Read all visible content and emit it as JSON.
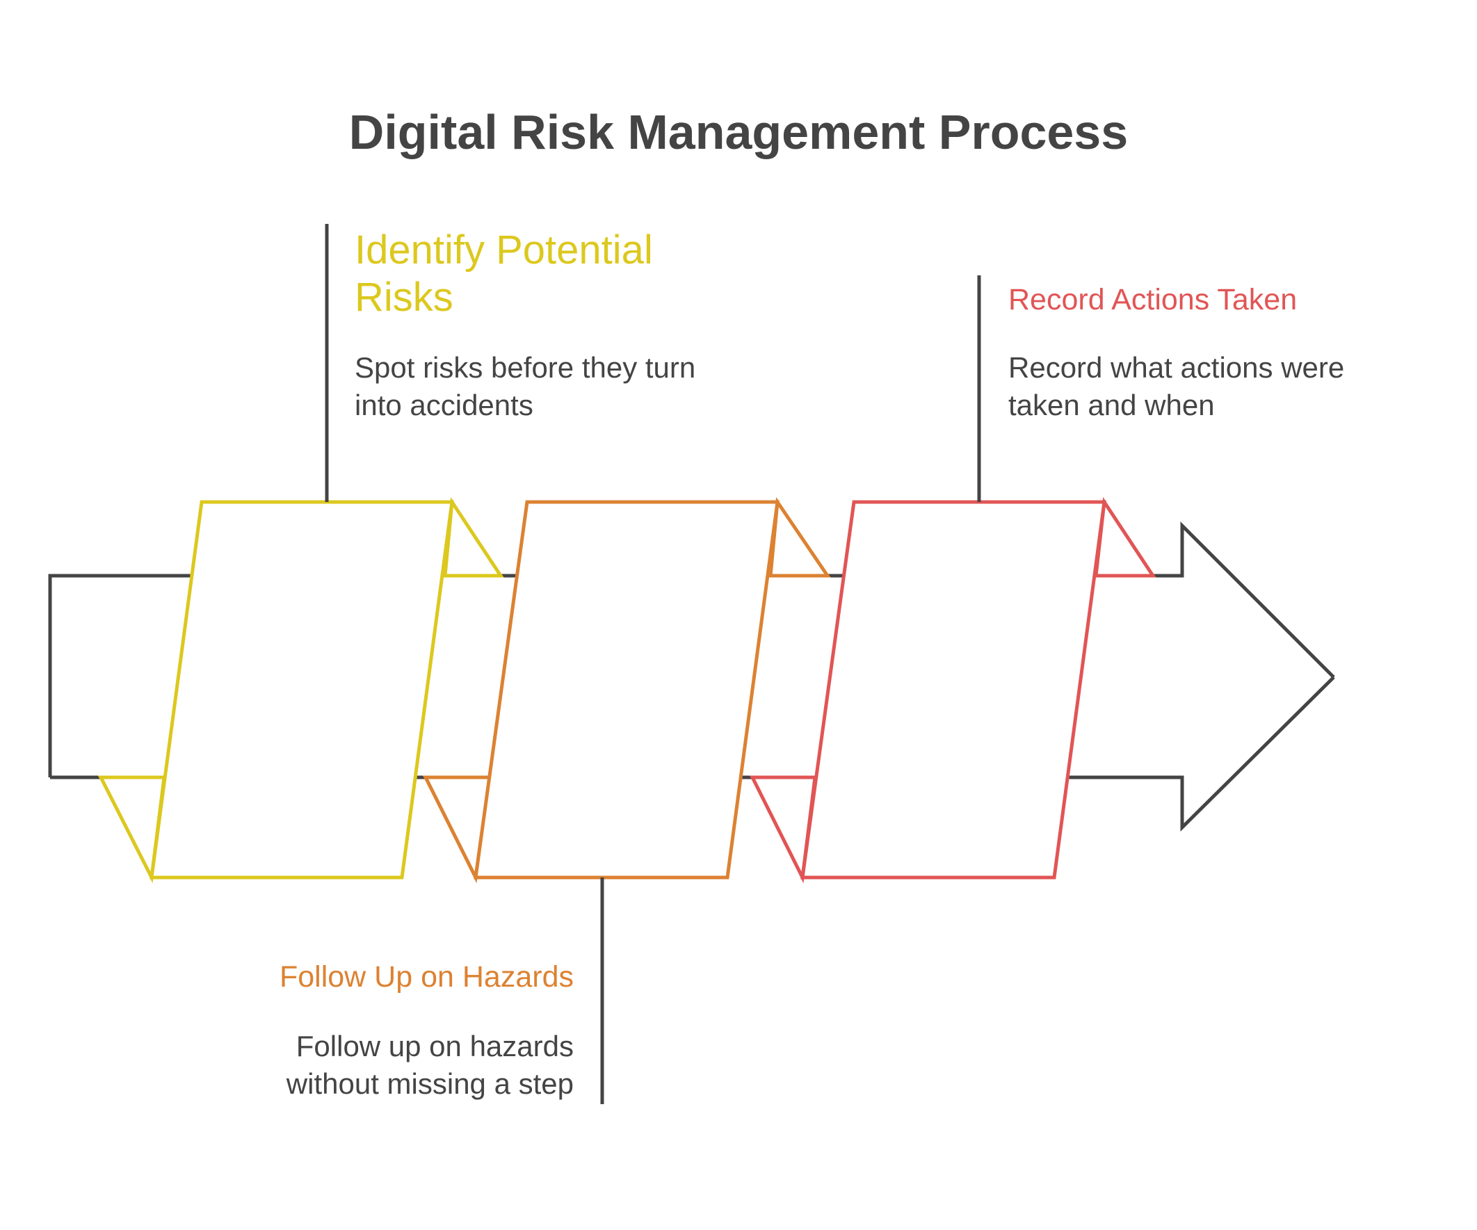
{
  "title": "Digital Risk Management Process",
  "colors": {
    "dark": "#444444",
    "step1": "#DCC81E",
    "step2": "#DC8232",
    "step3": "#E15555"
  },
  "steps": [
    {
      "heading": "Identify Potential Risks",
      "description": "Spot risks before they turn into accidents",
      "color": "#DCC81E",
      "label_position": "top"
    },
    {
      "heading": "Follow Up on Hazards",
      "description": "Follow up on hazards without missing a step",
      "color": "#DC8232",
      "label_position": "bottom"
    },
    {
      "heading": "Record Actions Taken",
      "description": "Record what actions were taken and when",
      "color": "#E15555",
      "label_position": "top"
    }
  ]
}
